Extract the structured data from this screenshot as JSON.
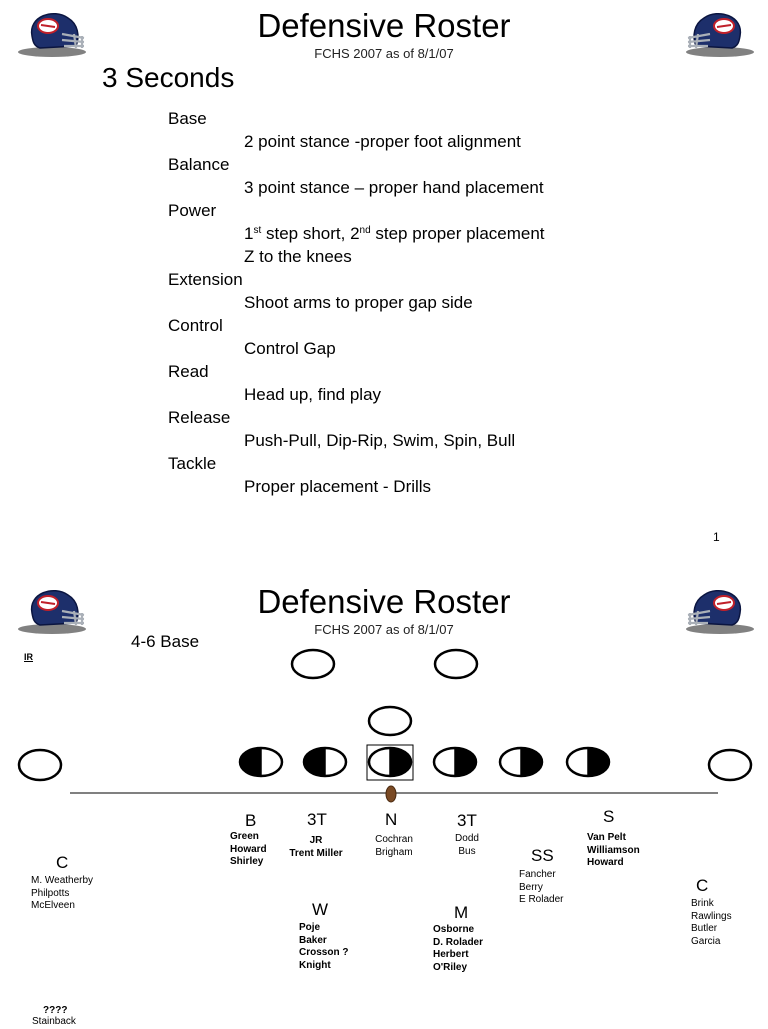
{
  "slide1": {
    "title": "Defensive Roster",
    "subtitle": "FCHS 2007 as of 8/1/07",
    "section_title": "3 Seconds",
    "steps": [
      {
        "label": "Base",
        "details": [
          "2 point stance -proper foot alignment"
        ]
      },
      {
        "label": "Balance",
        "details": [
          "3 point stance – proper hand placement"
        ]
      },
      {
        "label": "Power",
        "details": [
          "1st step short, 2nd step proper placement",
          "Z to the knees"
        ]
      },
      {
        "label": "Extension",
        "details": [
          "Shoot arms to proper gap side"
        ]
      },
      {
        "label": "Control",
        "details": [
          "Control Gap"
        ]
      },
      {
        "label": "Read",
        "details": [
          "Head up, find play"
        ]
      },
      {
        "label": "Release",
        "details": [
          "Push-Pull, Dip-Rip, Swim, Spin, Bull"
        ]
      },
      {
        "label": "Tackle",
        "details": [
          "Proper placement - Drills"
        ]
      }
    ],
    "power_detail_parts": [
      "1",
      "st",
      " step short, 2",
      "nd",
      " step proper placement"
    ],
    "page_number": "1"
  },
  "slide2": {
    "title": "Defensive Roster",
    "subtitle": "FCHS 2007 as of 8/1/07",
    "formation": "4-6 Base",
    "ir_label": "IR",
    "positions": {
      "b": {
        "label": "B",
        "names": [
          "Green",
          "Howard",
          "Shirley"
        ]
      },
      "t_left": {
        "label": "3T",
        "names": [
          "JR",
          "Trent Miller"
        ]
      },
      "n": {
        "label": "N",
        "names": [
          "Cochran",
          "Brigham"
        ]
      },
      "t_right": {
        "label": "3T",
        "names": [
          "Dodd",
          "Bus"
        ]
      },
      "s": {
        "label": "S",
        "names": [
          "Van Pelt",
          "Williamson",
          "Howard"
        ]
      },
      "ss": {
        "label": "SS",
        "names": [
          "Fancher",
          "Berry",
          "E Rolader"
        ]
      },
      "c_left": {
        "label": "C",
        "names": [
          "M. Weatherby",
          "Philpotts",
          "McElveen"
        ]
      },
      "c_right": {
        "label": "C",
        "names": [
          "Brink",
          "Rawlings",
          "Butler",
          "Garcia"
        ]
      },
      "w": {
        "label": "W",
        "names": [
          "Poje",
          "Baker",
          "Crosson ?",
          "Knight"
        ]
      },
      "m": {
        "label": "M",
        "names": [
          "Osborne",
          "D. Rolader",
          "Herbert",
          "O'Riley"
        ]
      },
      "unknown": {
        "label": "????",
        "names": [
          "Stainback"
        ]
      }
    }
  }
}
